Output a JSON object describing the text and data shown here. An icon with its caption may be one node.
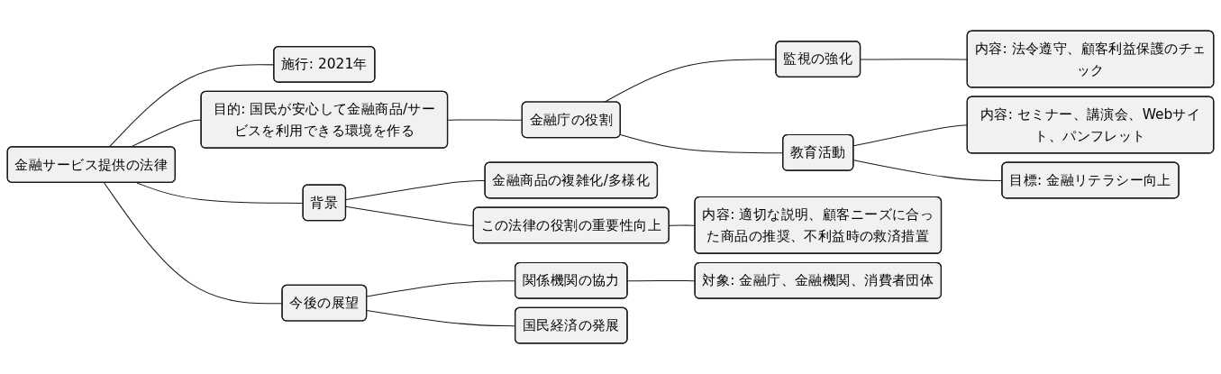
{
  "diagram": {
    "nodes": [
      {
        "text": [
          "金融サービス提供の法律"
        ]
      },
      {
        "text": [
          "施行: 2021年"
        ]
      },
      {
        "text": [
          "目的: 国民が安心して金融商品/サービスを利用できる環境を作る"
        ]
      },
      {
        "text": [
          "金融庁の役割"
        ]
      },
      {
        "text": [
          "監視の強化"
        ]
      },
      {
        "text": [
          "内容: 法令遵守、顧客利益保護のチェック"
        ]
      },
      {
        "text": [
          "教育活動"
        ]
      },
      {
        "text": [
          "内容: セミナー、講演会、Webサイト、パンフレット"
        ]
      },
      {
        "text": [
          "目標: 金融リテラシー向上"
        ]
      },
      {
        "text": [
          "背景"
        ]
      },
      {
        "text": [
          "金融商品の複雑化/多様化"
        ]
      },
      {
        "text": [
          "この法律の役割の重要性向上"
        ]
      },
      {
        "text": [
          "内容: 適切な説明、顧客ニーズに合った商品の推奨、不利益時の救済措置"
        ]
      },
      {
        "text": [
          "今後の展望"
        ]
      },
      {
        "text": [
          "関係機関の協力"
        ]
      },
      {
        "text": [
          "対象: 金融庁、金融機関、消費者団体"
        ]
      },
      {
        "text": [
          "国民経済の発展"
        ]
      }
    ],
    "edges": [
      {
        "from": 0,
        "to": 1,
        "arrow": "none"
      },
      {
        "from": 0,
        "to": 2,
        "arrow": "none"
      },
      {
        "from": 2,
        "to": 3,
        "arrow": "none"
      },
      {
        "from": 3,
        "to": 4,
        "arrow": "none"
      },
      {
        "from": 4,
        "to": 5,
        "arrow": "none"
      },
      {
        "from": 3,
        "to": 6,
        "arrow": "none"
      },
      {
        "from": 6,
        "to": 7,
        "arrow": "none"
      },
      {
        "from": 6,
        "to": 8,
        "arrow": "none"
      },
      {
        "from": 0,
        "to": 9,
        "arrow": "none"
      },
      {
        "from": 9,
        "to": 10,
        "arrow": "none"
      },
      {
        "from": 9,
        "to": 11,
        "arrow": "none"
      },
      {
        "from": 11,
        "to": 12,
        "arrow": "none"
      },
      {
        "from": 0,
        "to": 13,
        "arrow": "none"
      },
      {
        "from": 13,
        "to": 14,
        "arrow": "none"
      },
      {
        "from": 14,
        "to": 15,
        "arrow": "none"
      },
      {
        "from": 13,
        "to": 16,
        "arrow": "none"
      }
    ]
  }
}
